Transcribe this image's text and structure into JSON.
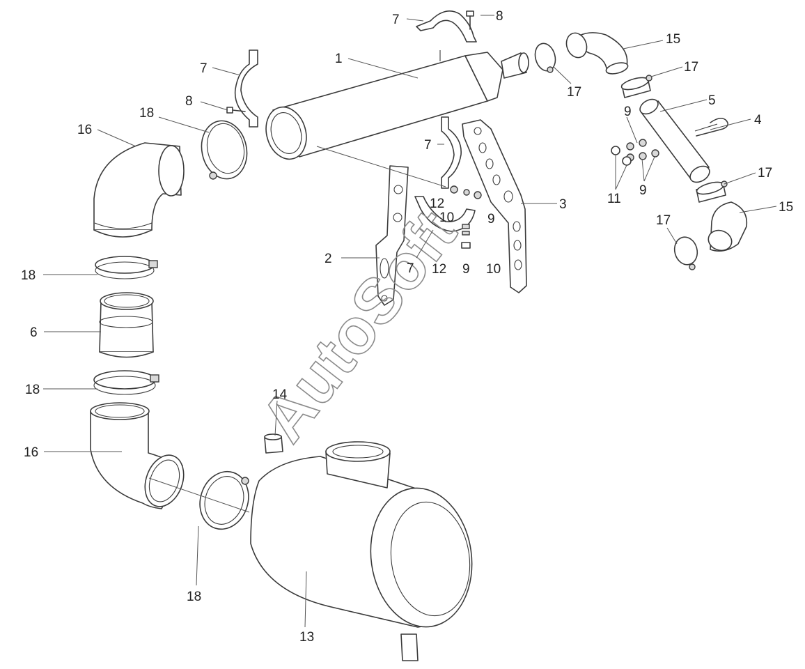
{
  "diagram": {
    "watermark": "AutoSoft",
    "callouts": {
      "c1": "1",
      "c2": "2",
      "c3": "3",
      "c4": "4",
      "c5": "5",
      "c6": "6",
      "c7a": "7",
      "c7b": "7",
      "c7c": "7",
      "c7d": "7",
      "c8a": "8",
      "c8b": "8",
      "c9a": "9",
      "c9b": "9",
      "c9c": "9",
      "c9d": "9",
      "c10a": "10",
      "c10b": "10",
      "c11": "11",
      "c12a": "12",
      "c12b": "12",
      "c13": "13",
      "c14": "14",
      "c15a": "15",
      "c15b": "15",
      "c16a": "16",
      "c16b": "16",
      "c17a": "17",
      "c17b": "17",
      "c17c": "17",
      "c17d": "17",
      "c18a": "18",
      "c18b": "18",
      "c18c": "18",
      "c18d": "18"
    }
  }
}
